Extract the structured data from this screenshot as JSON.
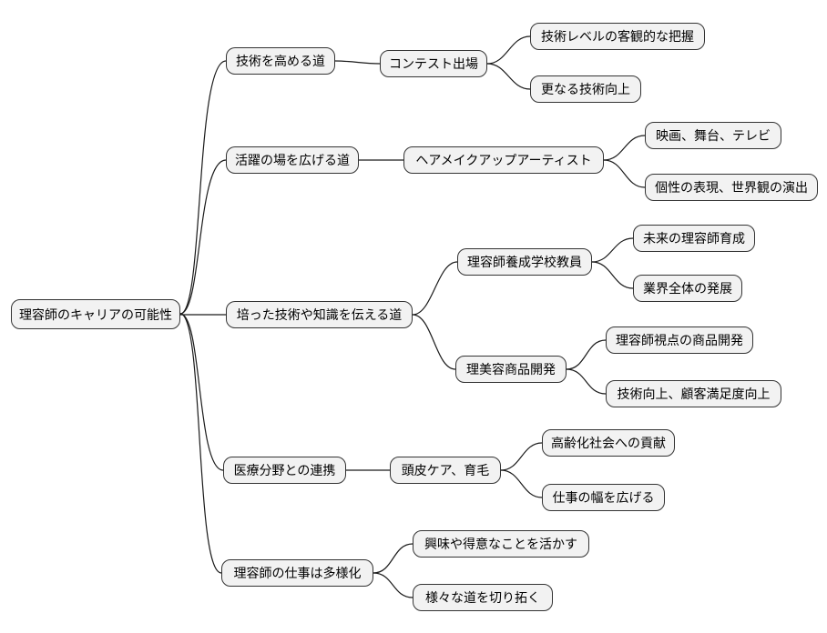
{
  "colors": {
    "background": "#ffffff",
    "node-fill": "#f2f2f2",
    "node-border": "#333333",
    "edge": "#1a1a1a",
    "text": "#000000"
  },
  "diagram": {
    "type": "mindmap",
    "root": {
      "label": "理容師のキャリアの可能性",
      "children": [
        {
          "label": "技術を高める道",
          "children": [
            {
              "label": "コンテスト出場",
              "children": [
                {
                  "label": "技術レベルの客観的な把握"
                },
                {
                  "label": "更なる技術向上"
                }
              ]
            }
          ]
        },
        {
          "label": "活躍の場を広げる道",
          "children": [
            {
              "label": "ヘアメイクアップアーティスト",
              "children": [
                {
                  "label": "映画、舞台、テレビ"
                },
                {
                  "label": "個性の表現、世界観の演出"
                }
              ]
            }
          ]
        },
        {
          "label": "培った技術や知識を伝える道",
          "children": [
            {
              "label": "理容師養成学校教員",
              "children": [
                {
                  "label": "未来の理容師育成"
                },
                {
                  "label": "業界全体の発展"
                }
              ]
            },
            {
              "label": "理美容商品開発",
              "children": [
                {
                  "label": "理容師視点の商品開発"
                },
                {
                  "label": "技術向上、顧客満足度向上"
                }
              ]
            }
          ]
        },
        {
          "label": "医療分野との連携",
          "children": [
            {
              "label": "頭皮ケア、育毛",
              "children": [
                {
                  "label": "高齢化社会への貢献"
                },
                {
                  "label": "仕事の幅を広げる"
                }
              ]
            }
          ]
        },
        {
          "label": "理容師の仕事は多様化",
          "children": [
            {
              "label": "興味や得意なことを活かす"
            },
            {
              "label": "様々な道を切り拓く"
            }
          ]
        }
      ]
    }
  }
}
